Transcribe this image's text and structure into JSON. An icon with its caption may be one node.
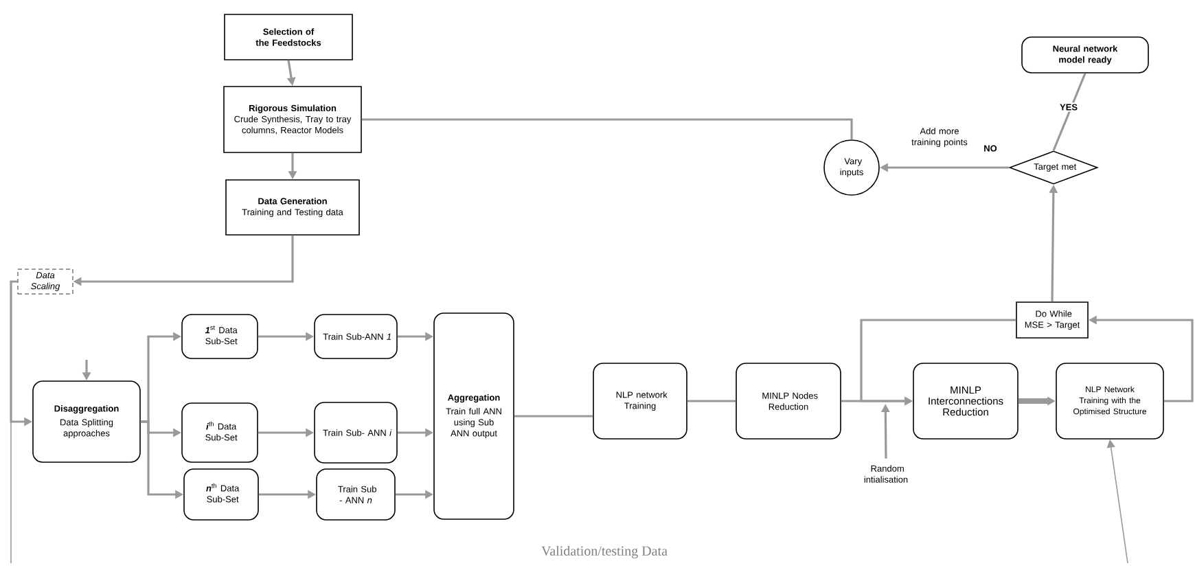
{
  "diagram": {
    "nodes": [
      {
        "text": [
          "Selection of the Feedstocks"
        ]
      },
      {
        "text": [
          "Rigorous Simulation",
          "Crude Synthesis, Tray to tray columns, Reactor Models"
        ]
      },
      {
        "text": [
          "Data Generation",
          "Training and Testing data"
        ]
      },
      {
        "text": [
          "Data Scaling"
        ]
      },
      {
        "text": [
          "Disaggregation",
          "Data Splitting approaches"
        ]
      },
      {
        "text": [
          "\\begin{array}{c}\\text{\\textbf{\\textit{1}}}^{\\text{st}}\\text{ Data}\\\\ \\text{Sub-Set}\\end{array}"
        ]
      },
      {
        "text": [
          "\\begin{array}{c}\\text{\\textbf{\\textit{i}}}^{\\text{th}}\\text{ Data}\\\\ \\text{Sub-Set}\\end{array}"
        ]
      },
      {
        "text": [
          "\\begin{array}{c}\\text{\\textbf{\\textit{n}}}^{\\text{th}}\\text{ Data}\\\\ \\text{Sub-Set}\\end{array}"
        ]
      },
      {
        "text": [
          "Train Sub-ANN *1*"
        ]
      },
      {
        "text": [
          "Train Sub- ANN *i*"
        ]
      },
      {
        "text": [
          "Train Sub - ANN *n*"
        ]
      },
      {
        "text": [
          "Aggregation",
          "Train full ANN using Sub ANN output"
        ]
      },
      {
        "text": [
          "NLP network Training"
        ]
      },
      {
        "text": [
          "MINLP Nodes Reduction"
        ]
      },
      {
        "text": [
          "MINLP Interconnections Reduction"
        ]
      },
      {
        "text": [
          "NLP Network Training with the Optimised Structure"
        ]
      },
      {
        "text": [
          "Do While MSE > Target"
        ]
      },
      {
        "text": [
          "Target met"
        ]
      },
      {
        "text": [
          "Neural network model ready"
        ]
      },
      {
        "text": [
          "Vary inputs"
        ]
      },
      {
        "text": [
          "Random intialisation"
        ]
      }
    ],
    "edges": [
      {
        "from": 0,
        "to": 1,
        "arrow": "to"
      },
      {
        "from": 1,
        "to": 2,
        "arrow": "to"
      },
      {
        "from": 2,
        "to": 3,
        "arrow": "to"
      },
      {
        "from": 3,
        "to": 4,
        "arrow": "to"
      },
      {
        "from": 3,
        "to": null,
        "arrow": "none"
      },
      {
        "from": null,
        "to": 4,
        "arrow": "to"
      },
      {
        "from": 4,
        "to": 5,
        "arrow": "to"
      },
      {
        "from": 4,
        "to": 6,
        "arrow": "to"
      },
      {
        "from": 4,
        "to": 7,
        "arrow": "to"
      },
      {
        "from": 5,
        "to": 8,
        "arrow": "to"
      },
      {
        "from": 6,
        "to": 9,
        "arrow": "to"
      },
      {
        "from": 7,
        "to": 10,
        "arrow": "to"
      },
      {
        "from": 8,
        "to": 11,
        "arrow": "to"
      },
      {
        "from": 9,
        "to": 11,
        "arrow": "to"
      },
      {
        "from": 10,
        "to": 11,
        "arrow": "to"
      },
      {
        "from": 11,
        "to": 12,
        "arrow": "none"
      },
      {
        "from": 12,
        "to": 13,
        "arrow": "none"
      },
      {
        "from": 13,
        "to": 14,
        "arrow": "to"
      },
      {
        "from": 14,
        "to": 15,
        "arrow": "to",
        "style": "thick"
      },
      {
        "from": 15,
        "to": 16,
        "arrow": "to"
      },
      {
        "from": 16,
        "to": 14,
        "arrow": "to"
      },
      {
        "from": 20,
        "to": 14,
        "arrow": "to"
      },
      {
        "from": 16,
        "to": 17,
        "arrow": "to"
      },
      {
        "from": 17,
        "to": 19,
        "arrow": "to",
        "label": "Add more training points"
      },
      {
        "from": 17,
        "to": 18,
        "arrow": "none",
        "label": "YES"
      },
      {
        "from": 1,
        "to": 19,
        "arrow": "none"
      },
      {
        "from": null,
        "to": 15,
        "arrow": "to"
      }
    ],
    "labels": [
      "NO",
      "Validation/testing Data"
    ]
  }
}
